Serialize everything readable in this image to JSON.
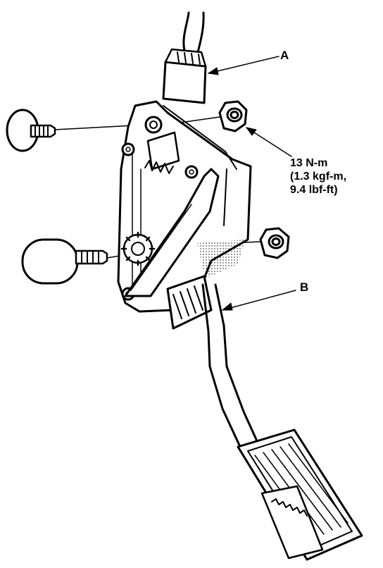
{
  "labels": {
    "a": "A",
    "b": "B"
  },
  "torque": {
    "line1": "13 N-m",
    "line2": "(1.3 kgf-m,",
    "line3": "9.4 lbf-ft)"
  },
  "colors": {
    "ink": "#000000",
    "paper": "#ffffff",
    "shade": "#d8d8d8"
  }
}
